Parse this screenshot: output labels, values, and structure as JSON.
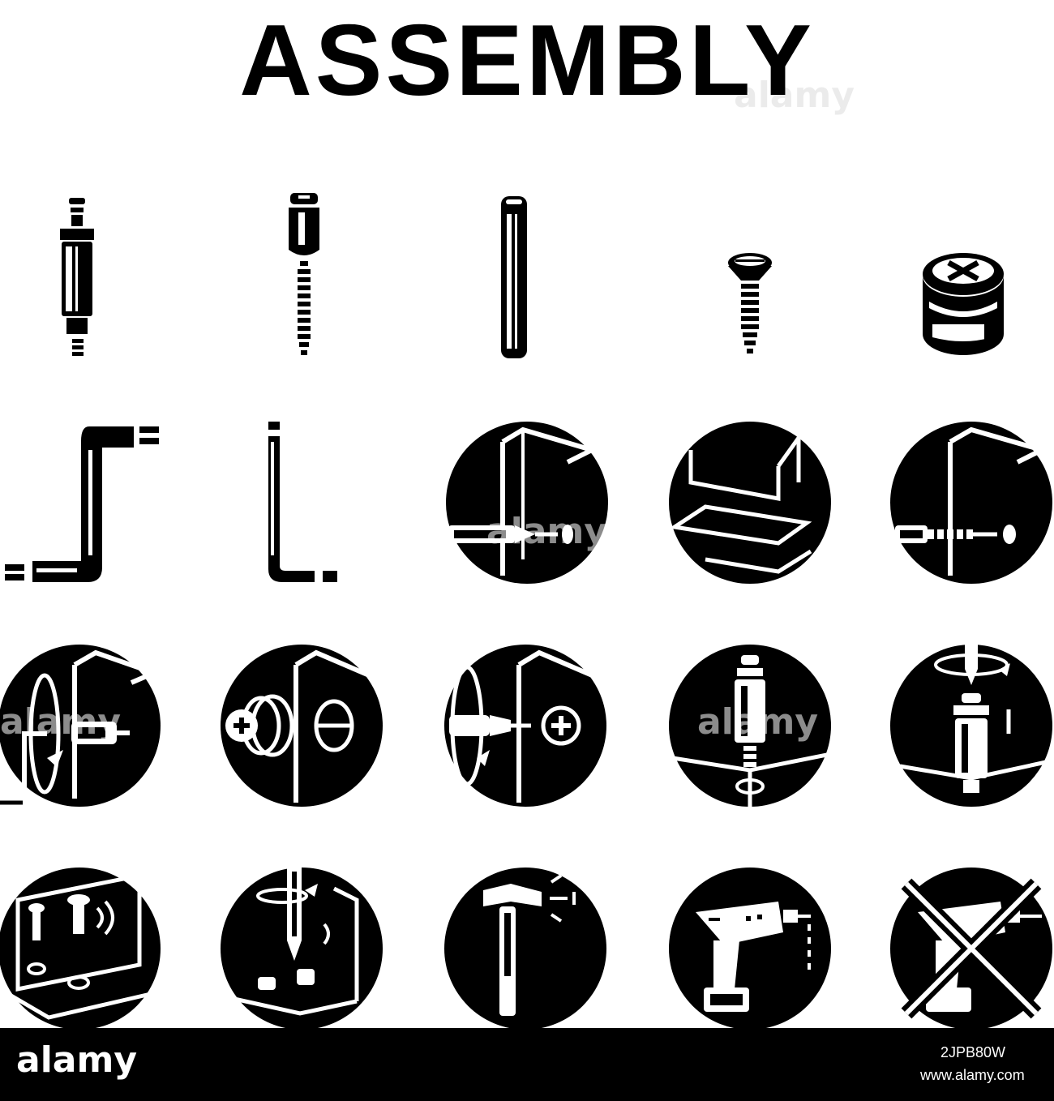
{
  "title": "ASSEMBLY",
  "watermark": "alamy",
  "footer": {
    "logo": "alamy",
    "image_id": "2JPB80W",
    "url": "www.alamy.com"
  },
  "colors": {
    "ink": "#000000",
    "background": "#ffffff"
  },
  "icons": [
    {
      "name": "cam-bolt-icon"
    },
    {
      "name": "connector-screw-icon"
    },
    {
      "name": "wooden-dowel-icon"
    },
    {
      "name": "flat-head-screw-icon"
    },
    {
      "name": "cam-lock-nut-icon"
    },
    {
      "name": "z-hex-key-icon"
    },
    {
      "name": "l-hex-key-icon"
    },
    {
      "name": "dowel-insert-panel-icon"
    },
    {
      "name": "shelf-panel-icon"
    },
    {
      "name": "screw-insert-panel-icon"
    },
    {
      "name": "crank-wrench-bolt-icon"
    },
    {
      "name": "cam-lock-panel-icon"
    },
    {
      "name": "screwdriver-rotate-panel-icon"
    },
    {
      "name": "bolt-into-floor-icon"
    },
    {
      "name": "screwdriver-cam-bolt-icon"
    },
    {
      "name": "hammer-dowels-board-icon"
    },
    {
      "name": "screwdriver-board-icon"
    },
    {
      "name": "hammer-icon"
    },
    {
      "name": "cordless-drill-icon"
    },
    {
      "name": "no-drill-icon"
    }
  ]
}
